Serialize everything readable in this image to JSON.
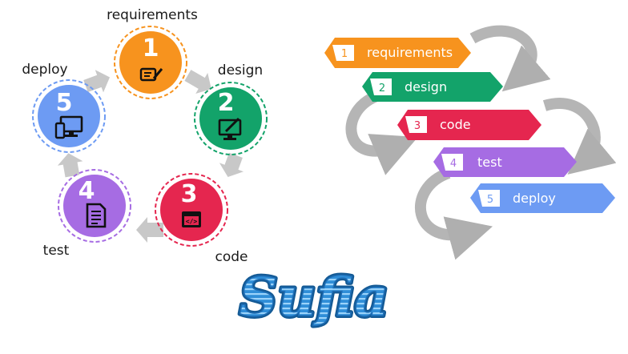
{
  "colors": {
    "requirements": "#F7931E",
    "design": "#13A36A",
    "code": "#E5264F",
    "test": "#A66CE3",
    "deploy": "#6D9BF3",
    "arrow": "#B8B8B8",
    "logo": "#2F8ED8"
  },
  "cycle": {
    "steps": [
      {
        "number": "1",
        "label": "requirements",
        "icon": "scroll-pen-icon"
      },
      {
        "number": "2",
        "label": "design",
        "icon": "monitor-pen-icon"
      },
      {
        "number": "3",
        "label": "code",
        "icon": "code-window-icon"
      },
      {
        "number": "4",
        "label": "test",
        "icon": "checklist-icon"
      },
      {
        "number": "5",
        "label": "deploy",
        "icon": "devices-icon"
      }
    ]
  },
  "flow": {
    "steps": [
      {
        "number": "1",
        "label": "requirements"
      },
      {
        "number": "2",
        "label": "design"
      },
      {
        "number": "3",
        "label": "code"
      },
      {
        "number": "4",
        "label": "test"
      },
      {
        "number": "5",
        "label": "deploy"
      }
    ]
  },
  "logo": {
    "text": "Sufia"
  }
}
